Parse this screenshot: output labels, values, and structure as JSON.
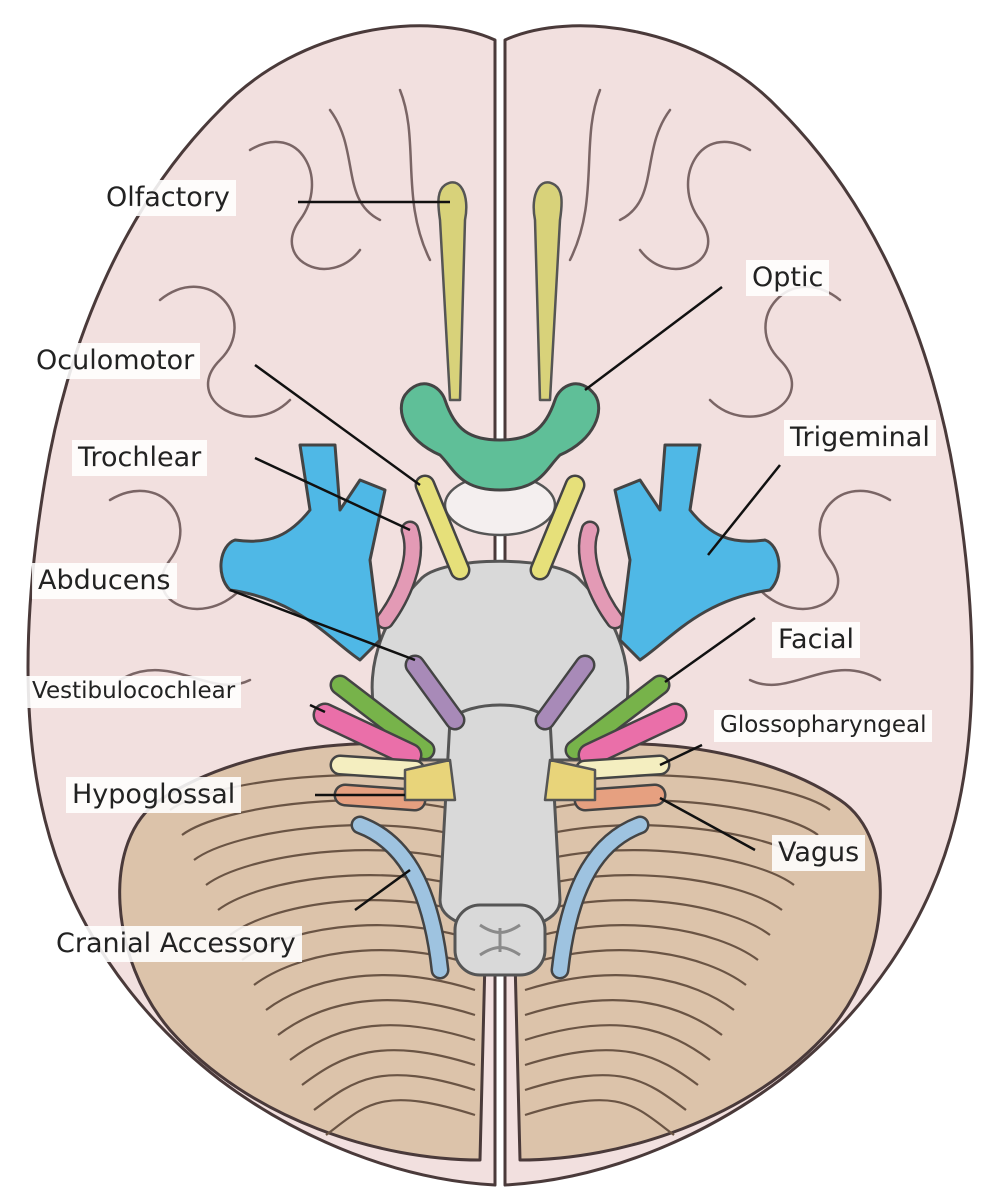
{
  "labels": {
    "olfactory": "Olfactory",
    "optic": "Optic",
    "oculomotor": "Oculomotor",
    "trochlear": "Trochlear",
    "trigeminal": "Trigeminal",
    "abducens": "Abducens",
    "facial": "Facial",
    "vestibulocochlear": "Vestibulocochlear",
    "glossopharyngeal": "Glossopharyngeal",
    "hypoglossal": "Hypoglossal",
    "vagus": "Vagus",
    "cranial_accessory": "Cranial Accessory"
  },
  "colors": {
    "cerebrum": "#f2e0df",
    "cerebrum_outline": "#4a3a3a",
    "cerebellum": "#dcc3aa",
    "brainstem": "#d9d9d9",
    "olfactory": "#d8d27a",
    "optic": "#5fbf98",
    "oculomotor": "#e6e07a",
    "trochlear": "#e39ab5",
    "trigeminal": "#4fb8e6",
    "abducens": "#a88ab8",
    "facial": "#77b34a",
    "vestibulocochlear": "#ea6fa9",
    "glossopharyngeal": "#f4eec0",
    "vagus": "#e6a080",
    "hypoglossal": "#e8d47a",
    "accessory": "#9ec3e0"
  }
}
